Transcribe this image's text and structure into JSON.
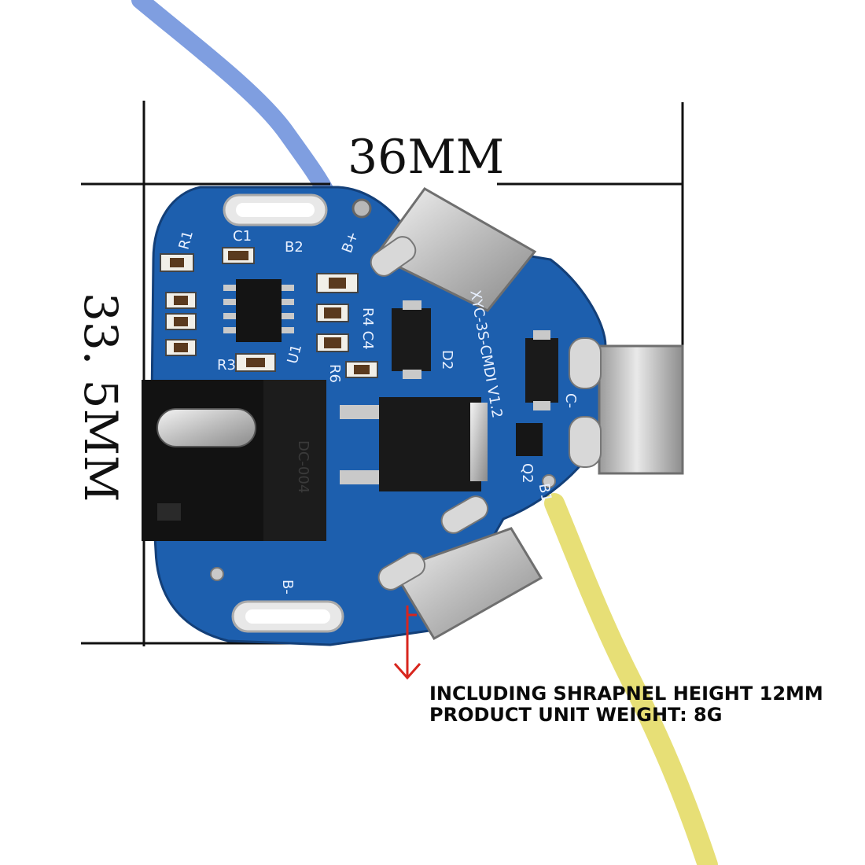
{
  "dimensions": {
    "width_label": "36MM",
    "height_label": "33. 5MM"
  },
  "board_labels": {
    "b2": "B2",
    "b_plus": "B+",
    "b1": "B1",
    "b_minus": "B-",
    "c_minus": "C-",
    "u1": "U1",
    "r3": "R3",
    "r1": "R1",
    "c1": "C1",
    "r4c4": "R4 C4",
    "r6": "R6",
    "d2": "D2",
    "q2": "Q2",
    "version": "XYC-3S-CMDI V1.2",
    "connector": "DC-004"
  },
  "caption": {
    "line1": "INCLUDING SHRAPNEL HEIGHT 12MM",
    "line2": "PRODUCT UNIT WEIGHT: 8G"
  },
  "colors": {
    "pcb": "#1d5fae",
    "wire_blue": "#7f9ee0",
    "wire_yellow": "#e7df76",
    "arrow": "#d8261e"
  }
}
